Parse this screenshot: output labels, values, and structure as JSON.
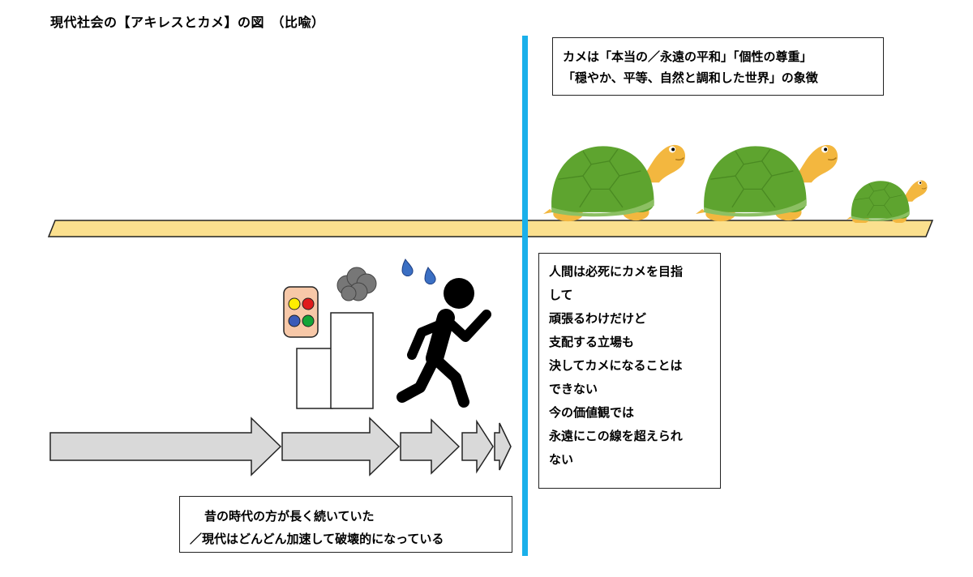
{
  "title": "現代社会の【アキレスとカメ】の図　（比喩）",
  "turtle_box": {
    "lines": [
      "カメは「本当の／永遠の平和」「個性の尊重」",
      "「穏やか、平等、自然と調和した世界」の象徴"
    ]
  },
  "human_box": {
    "lines": [
      "人間は必死にカメを目指",
      "して",
      "頑張るわけだけど",
      "支配する立場も",
      "決してカメになることは",
      "できない",
      "今の価値観では",
      "永遠にこの線を超えられ",
      "ない"
    ]
  },
  "time_box": {
    "lines": [
      "昔の時代の方が長く続いていた",
      "／現代はどんどん加速して破壊的になっている"
    ]
  },
  "colors": {
    "divider": "#1ab0ea",
    "ground": "#fbe08e",
    "turtle_shell": "#5ea42f",
    "turtle_skin": "#f3b73f",
    "arrow": "#d9d9d9",
    "traffic_light_panel": "#f7c8a8",
    "smoke": "#777777",
    "sweat": "#3b6fc3"
  },
  "icons": [
    "turtle-icon",
    "running-man-icon",
    "traffic-light-icon",
    "smoke-icon",
    "sweat-drop-icon",
    "building-icon"
  ]
}
